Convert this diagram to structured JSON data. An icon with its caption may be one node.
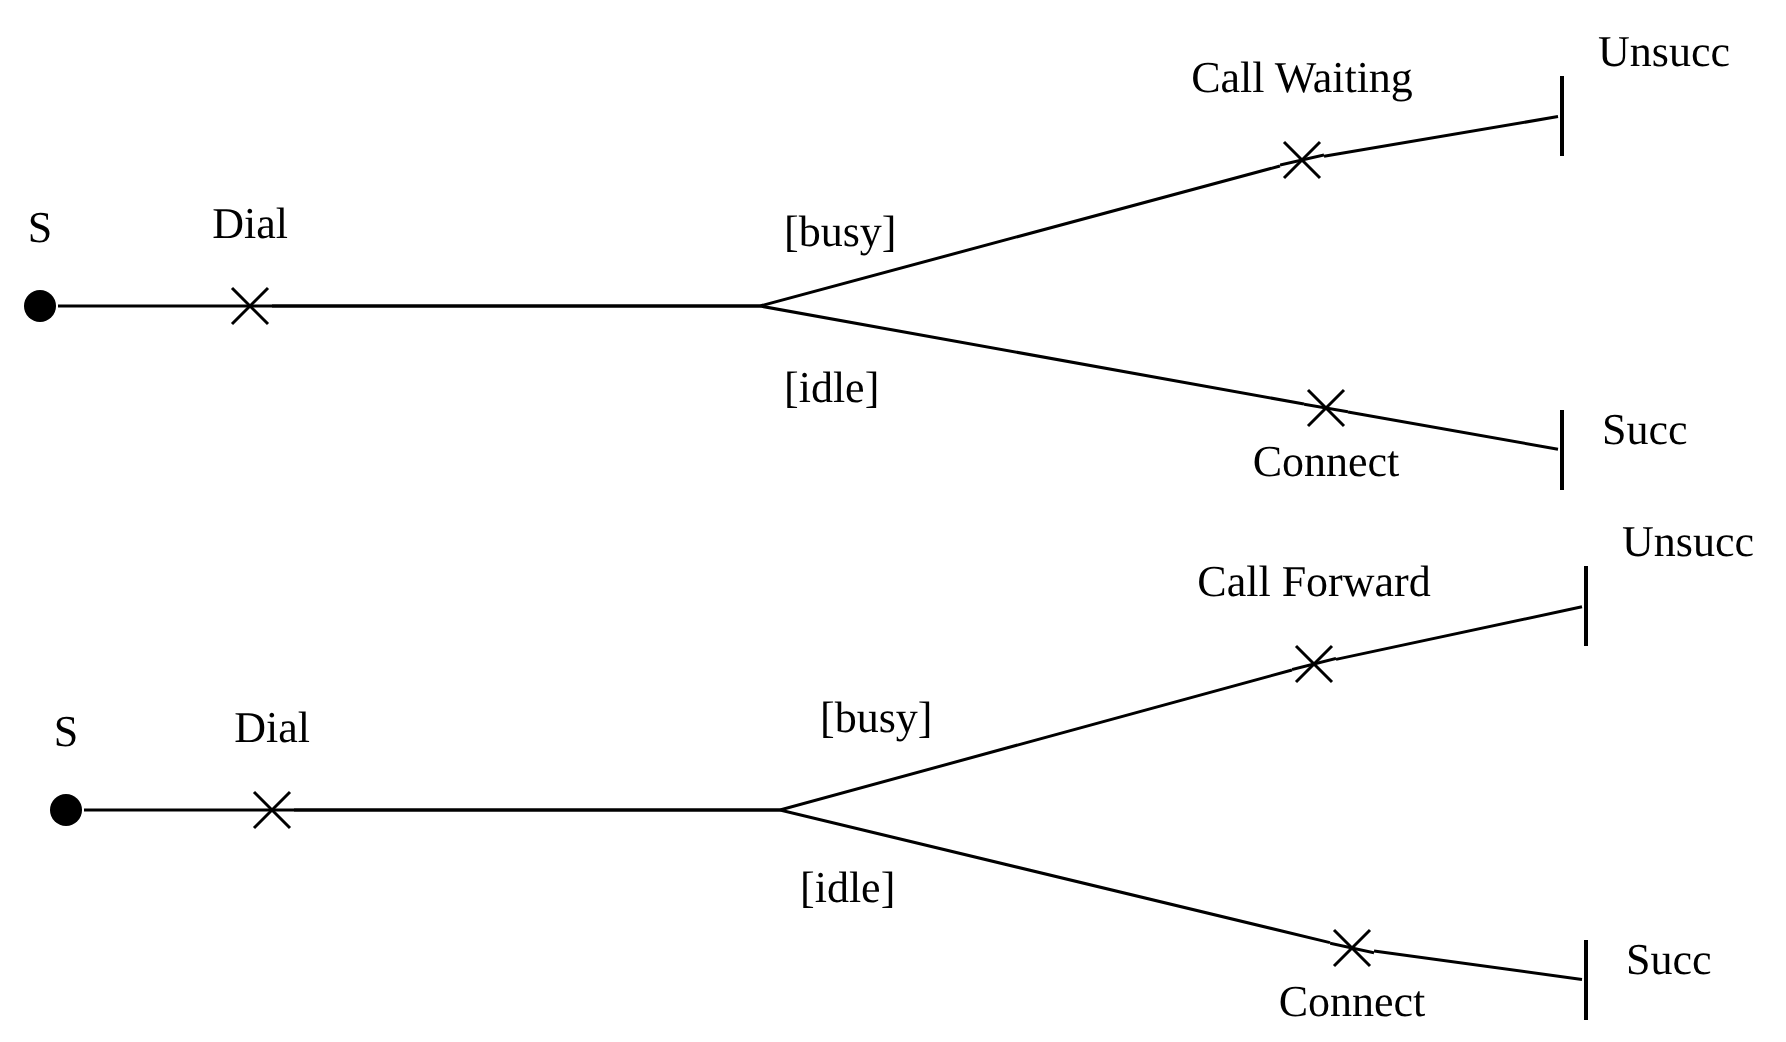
{
  "diagram": {
    "nodes": [
      {
        "text": [
          "S"
        ]
      },
      {
        "text": [
          "Dial"
        ]
      },
      {
        "text": [
          "Call Waiting"
        ]
      },
      {
        "text": [
          "Unsucc"
        ]
      },
      {
        "text": [
          "Connect"
        ]
      },
      {
        "text": [
          "Succ"
        ]
      },
      {
        "text": [
          "S"
        ]
      },
      {
        "text": [
          "Dial"
        ]
      },
      {
        "text": [
          "Call Forward"
        ]
      },
      {
        "text": [
          "Unsucc"
        ]
      },
      {
        "text": [
          "Connect"
        ]
      },
      {
        "text": [
          "Succ"
        ]
      }
    ],
    "edges": [
      {
        "from": 0,
        "to": 1,
        "arrow": "none"
      },
      {
        "from": 1,
        "to": 2,
        "arrow": "none",
        "label": "[busy]"
      },
      {
        "from": 2,
        "to": 3,
        "arrow": "none"
      },
      {
        "from": 1,
        "to": 4,
        "arrow": "none",
        "label": "[idle]"
      },
      {
        "from": 4,
        "to": 5,
        "arrow": "none"
      },
      {
        "from": 6,
        "to": 7,
        "arrow": "none"
      },
      {
        "from": 7,
        "to": 8,
        "arrow": "none",
        "label": "[busy]"
      },
      {
        "from": 8,
        "to": 9,
        "arrow": "none"
      },
      {
        "from": 7,
        "to": 10,
        "arrow": "none",
        "label": "[idle]"
      },
      {
        "from": 10,
        "to": 11,
        "arrow": "none"
      }
    ]
  }
}
